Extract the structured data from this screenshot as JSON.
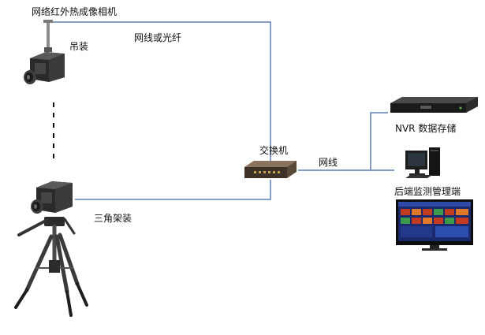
{
  "labels": {
    "camera_title": "网络红外热成像相机",
    "hanging_mount": "吊装",
    "network_or_fiber": "网线或光纤",
    "switch": "交换机",
    "network_cable": "网线",
    "nvr_storage": "NVR 数据存储",
    "backend_monitor": "后端监测管理端",
    "tripod_mount": "三角架装"
  },
  "colors": {
    "connection_line": "#5b7fb0",
    "background": "#ffffff",
    "label_text": "#111111",
    "device_dark": "#1f1f1f",
    "screen_bg": "#1a2a6c"
  },
  "icons": {
    "camera_top": "thermal-camera-icon",
    "camera_bottom": "thermal-camera-icon",
    "switch": "network-switch-icon",
    "nvr": "nvr-recorder-icon",
    "pc": "desktop-computer-icon",
    "monitor": "monitoring-screen-icon",
    "tripod": "tripod-icon"
  }
}
